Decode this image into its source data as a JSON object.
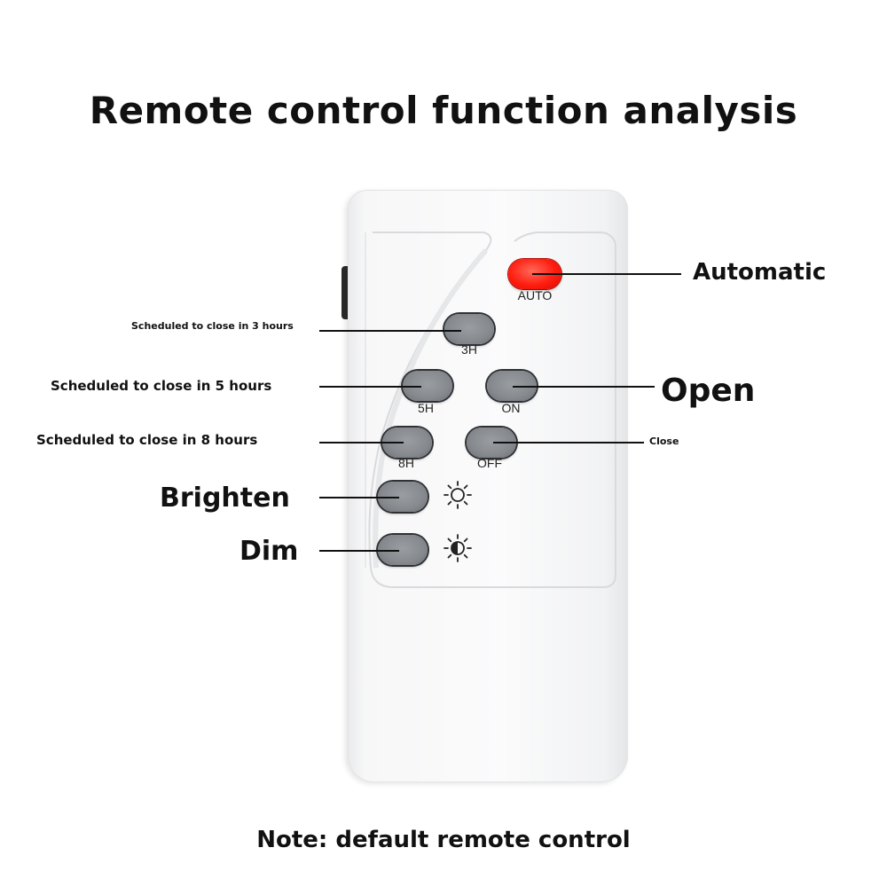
{
  "title": "Remote control function analysis",
  "note": "Note: default remote control",
  "buttons": {
    "auto": "AUTO",
    "h3": "3H",
    "h5": "5H",
    "on": "ON",
    "h8": "8H",
    "off": "OFF"
  },
  "callouts": {
    "automatic": "Automatic",
    "close3": "Scheduled to close in 3 hours",
    "close5": "Scheduled to close in 5 hours",
    "open": "Open",
    "close8": "Scheduled to close in 8 hours",
    "close": "Close",
    "brighten": "Brighten",
    "dim": "Dim"
  },
  "icons": {
    "brighten": "sun-outline-icon",
    "dim": "sun-half-filled-icon"
  },
  "colors": {
    "auto_button": "#ff1e10",
    "button_gray": "#868a8f",
    "remote_body": "#f7f7f8"
  }
}
